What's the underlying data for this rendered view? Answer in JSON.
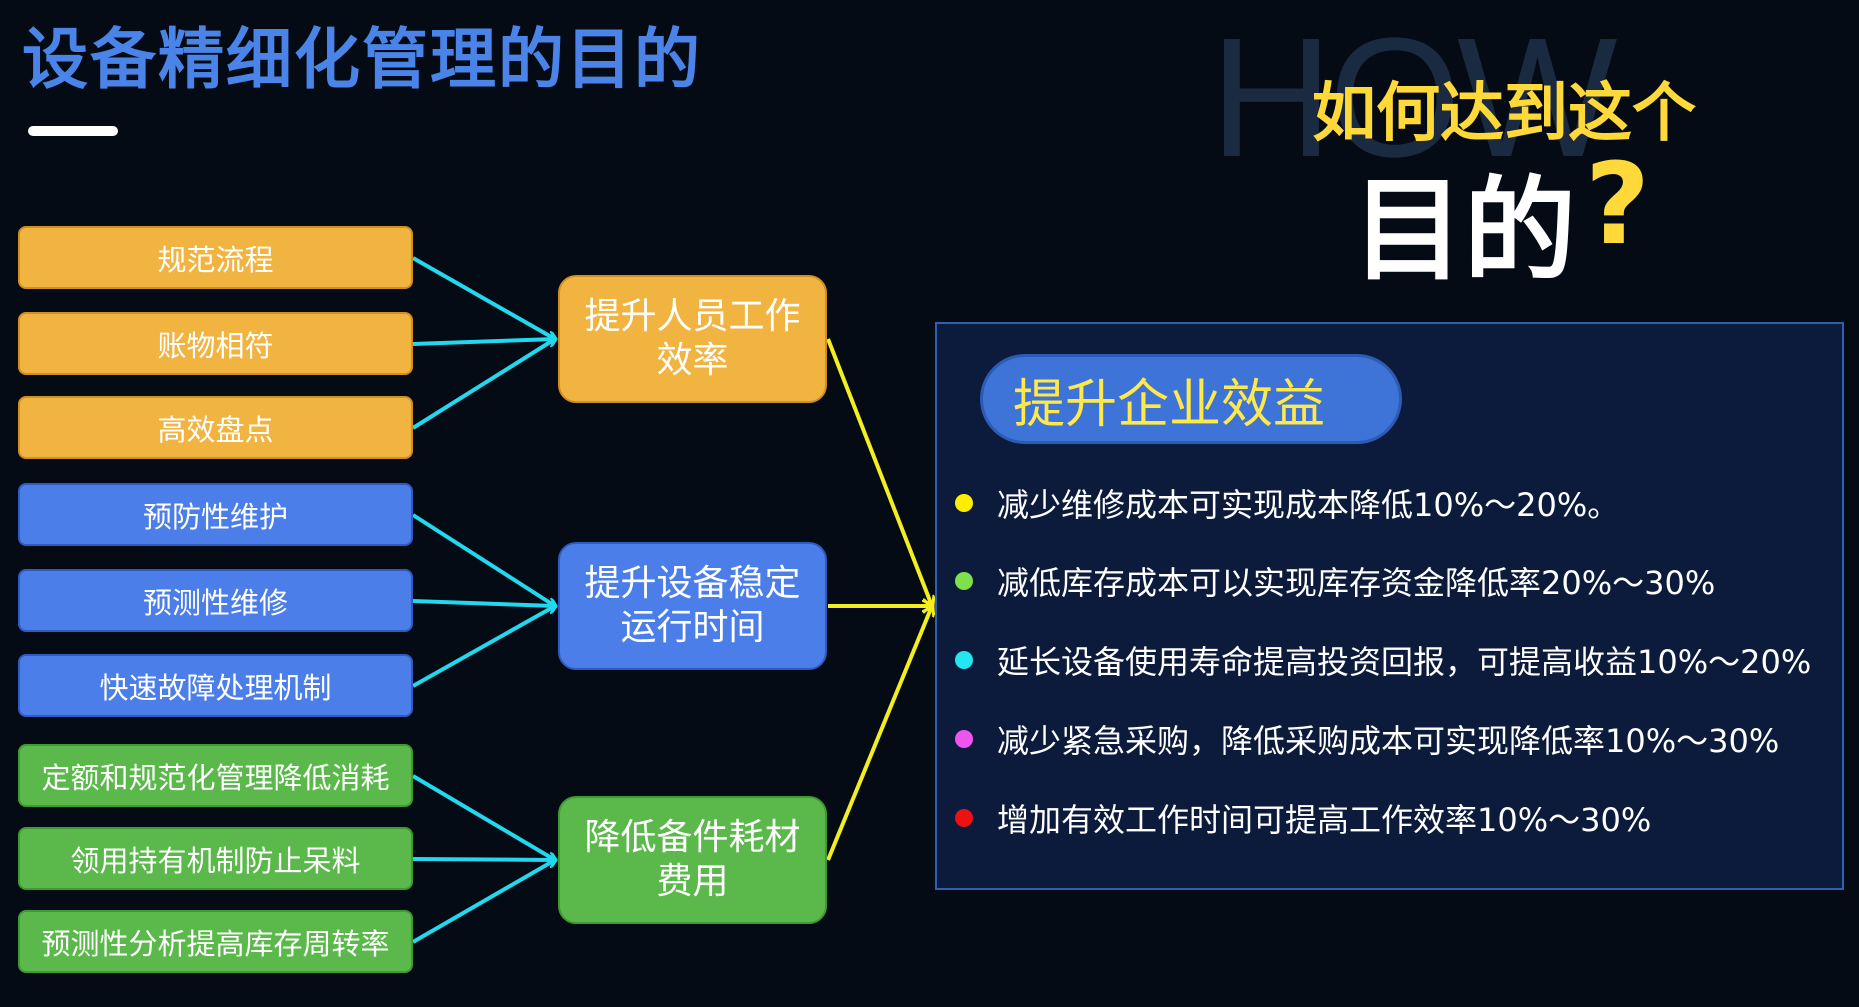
{
  "title": "设备精细化管理的目的",
  "how": {
    "bg_word": "HOW",
    "line1": "如何达到这个",
    "line2": "目的",
    "question_mark": "?"
  },
  "sources": [
    {
      "label": "规范流程",
      "group": "orange"
    },
    {
      "label": "账物相符",
      "group": "orange"
    },
    {
      "label": "高效盘点",
      "group": "orange"
    },
    {
      "label": "预防性维护",
      "group": "blue"
    },
    {
      "label": "预测性维修",
      "group": "blue"
    },
    {
      "label": "快速故障处理机制",
      "group": "blue"
    },
    {
      "label": "定额和规范化管理降低消耗",
      "group": "green"
    },
    {
      "label": "领用持有机制防止呆料",
      "group": "green"
    },
    {
      "label": "预测性分析提高库存周转率",
      "group": "green"
    }
  ],
  "goals": [
    {
      "label": "提升人员工作效率",
      "group": "orange"
    },
    {
      "label": "提升设备稳定运行时间",
      "group": "blue"
    },
    {
      "label": "降低备件耗材费用",
      "group": "green"
    }
  ],
  "panel": {
    "title": "提升企业效益",
    "benefits": [
      {
        "text": "减少维修成本可实现成本降低10%～20%。",
        "dot_color": "#ffee00"
      },
      {
        "text": "减低库存成本可以实现库存资金降低率20%～30%",
        "dot_color": "#7ee04a"
      },
      {
        "text": "延长设备使用寿命提高投资回报，可提高收益10%～20%",
        "dot_color": "#22e6f0"
      },
      {
        "text": "减少紧急采购，降低采购成本可实现降低率10%～30%",
        "dot_color": "#ee55ee"
      },
      {
        "text": "增加有效工作时间可提高工作效率10%～30%",
        "dot_color": "#ee1111"
      }
    ]
  },
  "colors": {
    "orange": "#f2b441",
    "blue": "#4b7ee8",
    "green": "#5bb84a",
    "arrow_cyan": "#22d8ee",
    "arrow_yellow": "#f2ee22",
    "title_blue": "#4a84e8"
  }
}
